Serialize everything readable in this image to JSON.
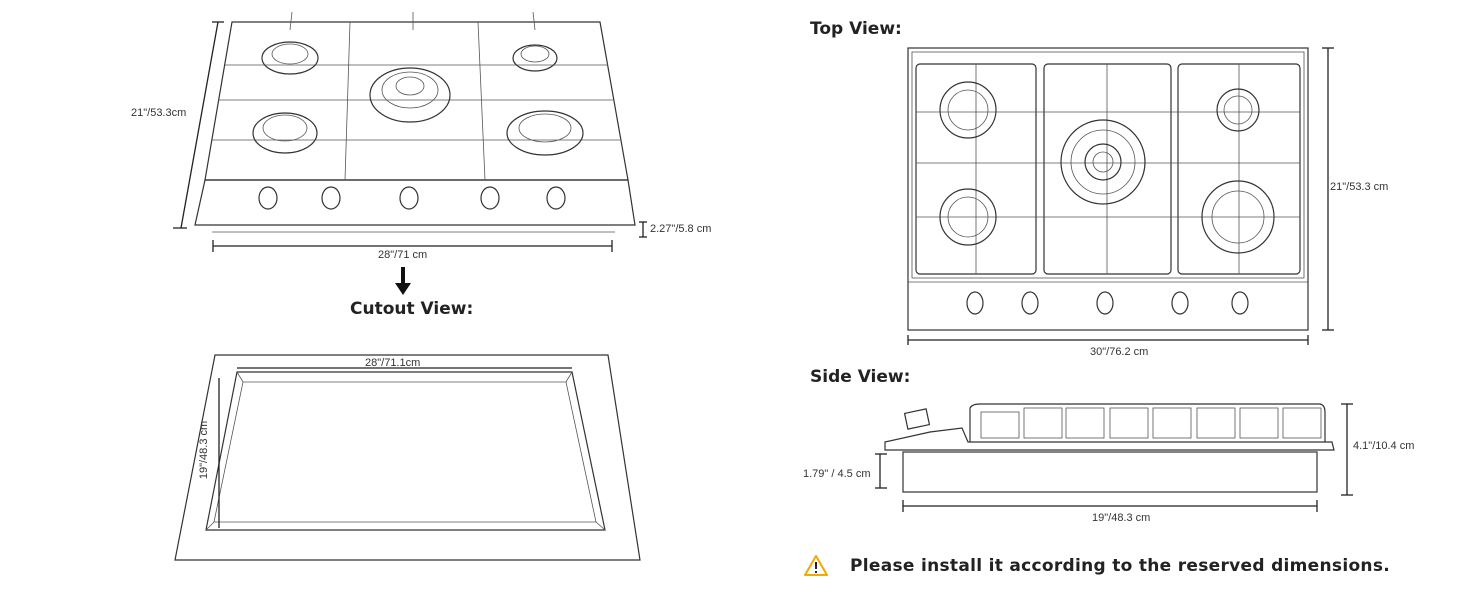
{
  "perspective_view": {
    "depth_label": "21\"/53.3cm",
    "width_label": "28\"/71 cm",
    "height_label": "2.27\"/5.8 cm"
  },
  "cutout_view": {
    "title": "Cutout View:",
    "width_label": "28\"/71.1cm",
    "depth_label": "19\"/48.3 cm"
  },
  "top_view": {
    "title": "Top View:",
    "depth_label": "21\"/53.3 cm",
    "width_label": "30\"/76.2 cm"
  },
  "side_view": {
    "title": "Side View:",
    "total_height_label": "4.1\"/10.4 cm",
    "base_height_label": "1.79\" / 4.5 cm",
    "base_width_label": "19\"/48.3 cm"
  },
  "notice": {
    "icon": "warning-icon",
    "text": "Please install it according to the reserved dimensions.",
    "icon_color": "#f2a900"
  }
}
